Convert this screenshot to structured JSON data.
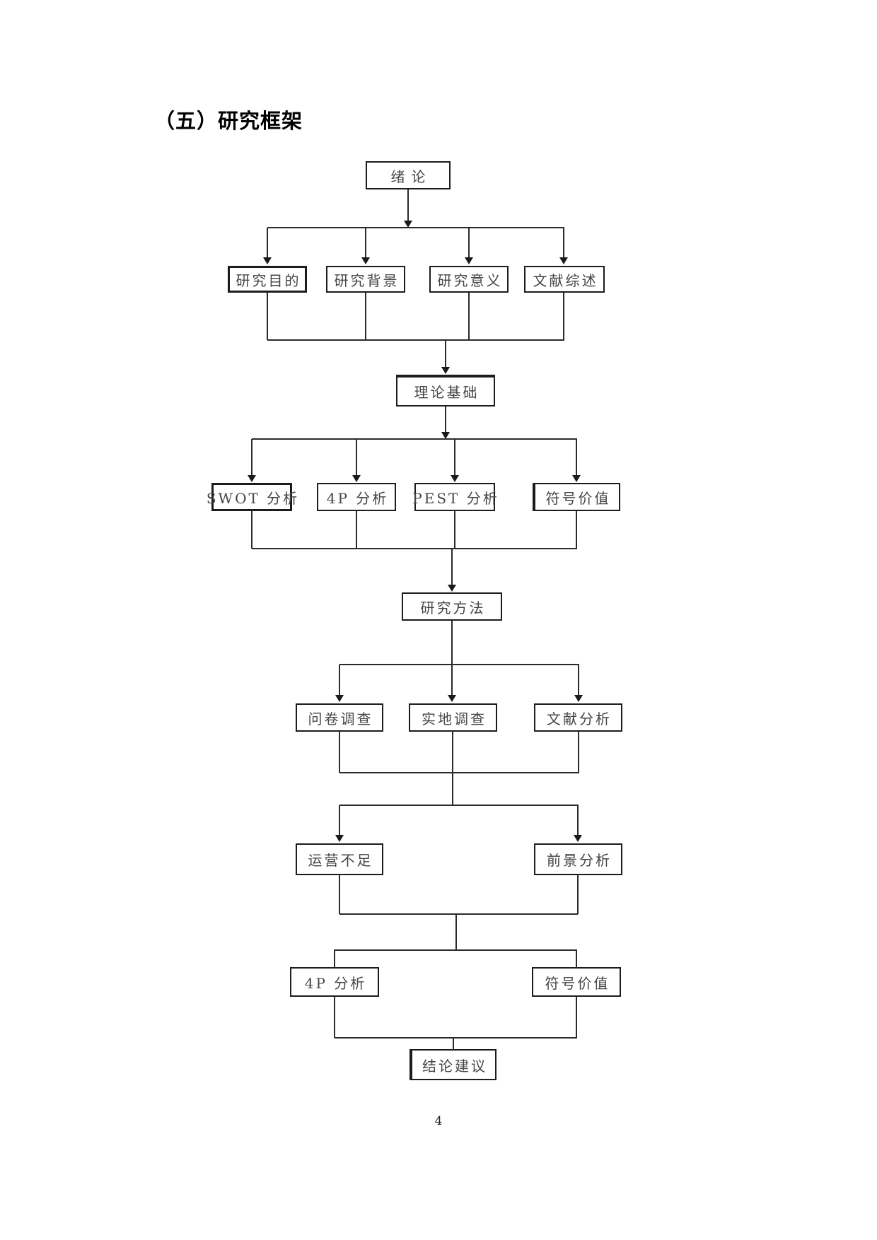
{
  "page": {
    "title": "（五）研究框架",
    "page_number": "4"
  },
  "flowchart": {
    "nodes": {
      "intro": "绪论",
      "purpose": "研究目的",
      "background": "研究背景",
      "significance": "研究意义",
      "literature": "文献综述",
      "theory": "理论基础",
      "swot": "SWOT 分析",
      "fourp": "4P 分析",
      "pest": "PEST 分析",
      "symbol": "符号价值",
      "method": "研究方法",
      "questionnaire": "问卷调查",
      "field": "实地调查",
      "docanalysis": "文献分析",
      "weakness": "运营不足",
      "prospect": "前景分析",
      "fourp2": "4P 分析",
      "symbol2": "符号价值",
      "conclusion": "结论建议"
    }
  }
}
